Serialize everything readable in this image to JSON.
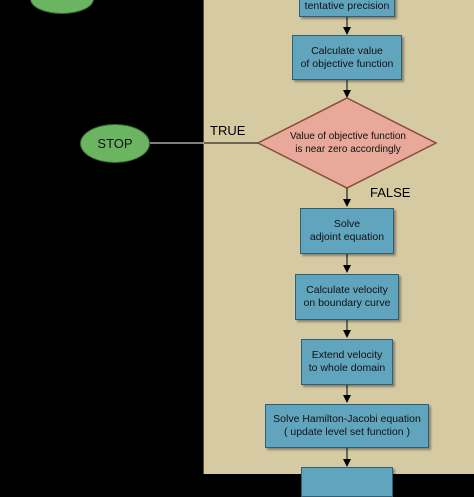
{
  "nodes": {
    "top_box_partial": "tentative precision",
    "calc_objective": "Calculate value\nof objective function",
    "decision": "Value of objective function\nis near zero accordingly",
    "solve_adjoint": "Solve\nadjoint equation",
    "calc_velocity": "Calculate velocity\non boundary curve",
    "extend_velocity": "Extend velocity\nto whole domain",
    "solve_hj": "Solve Hamilton-Jacobi equation\n( update level set function )",
    "stop": "STOP"
  },
  "branch_labels": {
    "true_label": "TRUE",
    "false_label": "FALSE"
  },
  "colors": {
    "process_box": "#61a4be",
    "decision": "#e8a99a",
    "terminal": "#6bb562",
    "panel": "#d6caa2",
    "background": "#000000"
  }
}
